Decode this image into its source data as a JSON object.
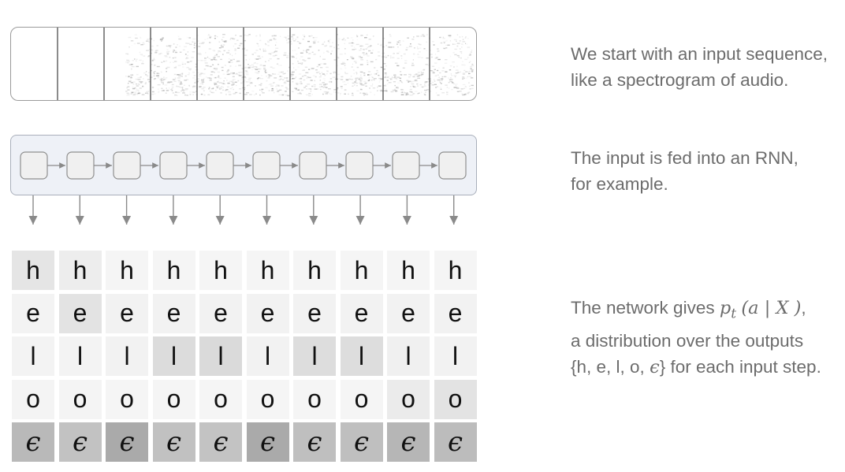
{
  "captions": {
    "input": [
      "We start with an input sequence,",
      "like a spectrogram of audio."
    ],
    "rnn": [
      "The input is fed into an RNN,",
      "for example."
    ],
    "output": {
      "line1_prefix": "The network gives ",
      "p": "p",
      "t": "t",
      "a": "a",
      "x": "X",
      "line1_suffix": ",",
      "line2": "a distribution over the outputs",
      "line3_prefix": "{h, e, l, o, ",
      "epsilon": "ϵ",
      "line3_suffix": "} for each input step."
    }
  },
  "spectrogram": {
    "frames": 10
  },
  "rnn": {
    "cells": 10,
    "fill": "#f0f0f0",
    "stroke": "#8f8f8f"
  },
  "output_grid": {
    "symbols": [
      "h",
      "e",
      "l",
      "o",
      "ϵ"
    ],
    "timesteps": 10,
    "probabilities": [
      [
        0.2,
        0.05,
        0.05,
        0.04,
        0.66
      ],
      [
        0.12,
        0.22,
        0.05,
        0.04,
        0.57
      ],
      [
        0.03,
        0.06,
        0.06,
        0.03,
        0.82
      ],
      [
        0.03,
        0.06,
        0.3,
        0.03,
        0.58
      ],
      [
        0.03,
        0.06,
        0.32,
        0.03,
        0.56
      ],
      [
        0.03,
        0.06,
        0.06,
        0.03,
        0.82
      ],
      [
        0.03,
        0.06,
        0.28,
        0.03,
        0.6
      ],
      [
        0.03,
        0.06,
        0.28,
        0.03,
        0.6
      ],
      [
        0.03,
        0.06,
        0.08,
        0.14,
        0.69
      ],
      [
        0.03,
        0.06,
        0.06,
        0.22,
        0.63
      ]
    ]
  },
  "colors": {
    "caption": "#6c6c6c",
    "rnn_band": "#eef1f7",
    "arrow": "#8a8a8a"
  }
}
